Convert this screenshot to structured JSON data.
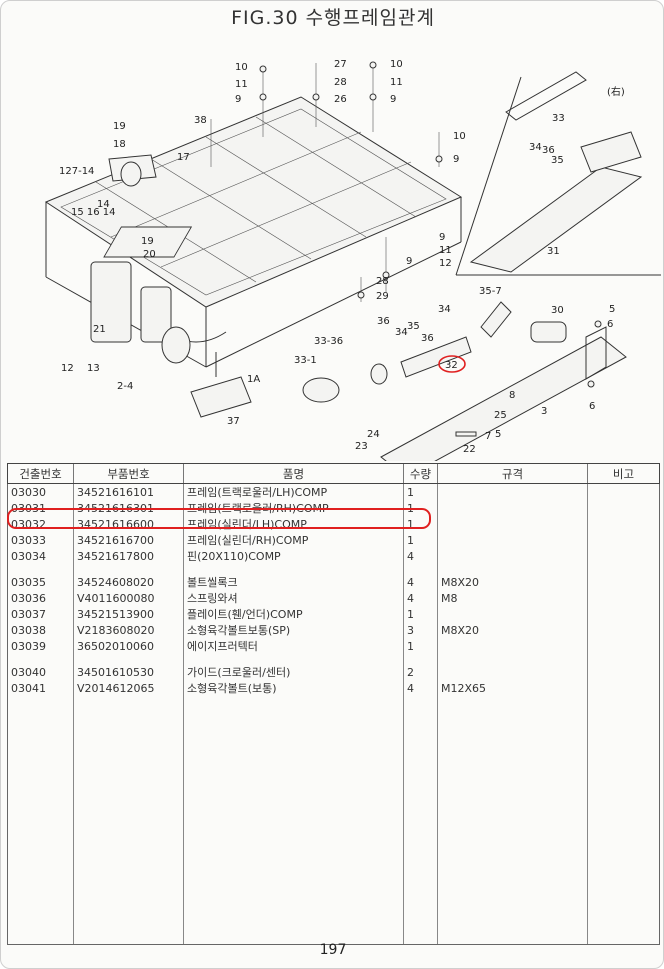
{
  "figure_title": "FIG.30 수행프레임관계",
  "diagram_labels": {
    "top_center": [
      "10",
      "11",
      "9",
      "27",
      "28",
      "26",
      "10",
      "11",
      "9"
    ],
    "left": [
      "19",
      "18",
      "17",
      "38",
      "127-14",
      "14",
      "15",
      "16",
      "14",
      "19",
      "20"
    ],
    "right_main": [
      "10",
      "9",
      "9",
      "11",
      "12",
      "9",
      "28",
      "29"
    ],
    "lower_left": [
      "21",
      "12",
      "13",
      "2-4",
      "1A",
      "37"
    ],
    "inset": [
      "(右)",
      "33",
      "34",
      "36",
      "35",
      "31"
    ],
    "lower_right": [
      "35-7",
      "34",
      "36",
      "35",
      "36",
      "34",
      "30",
      "5",
      "6",
      "33-36",
      "33-1",
      "32",
      "8",
      "3",
      "6",
      "25",
      "7",
      "5",
      "24",
      "23",
      "22"
    ],
    "highlighted_callout": "32"
  },
  "table": {
    "headers": [
      "건출번호",
      "부품번호",
      "품명",
      "수량",
      "규격",
      "비고"
    ],
    "rows": [
      {
        "id": "03030",
        "part": "34521616101",
        "name": "프레임(트랙로울러/LH)COMP",
        "qty": "1",
        "spec": "",
        "note": ""
      },
      {
        "id": "03031",
        "part": "34521616301",
        "name": "프레임(트랙로울러/RH)COMP",
        "qty": "1",
        "spec": "",
        "note": ""
      },
      {
        "id": "03032",
        "part": "34521616600",
        "name": "프레임(실린더/LH)COMP",
        "qty": "1",
        "spec": "",
        "note": ""
      },
      {
        "id": "03033",
        "part": "34521616700",
        "name": "프레임(실린더/RH)COMP",
        "qty": "1",
        "spec": "",
        "note": ""
      },
      {
        "id": "03034",
        "part": "34521617800",
        "name": "핀(20X110)COMP",
        "qty": "4",
        "spec": "",
        "note": ""
      },
      {
        "id": "03035",
        "part": "34524608020",
        "name": "볼트씰록크",
        "qty": "4",
        "spec": "M8X20",
        "note": ""
      },
      {
        "id": "03036",
        "part": "V4011600080",
        "name": "스프링와셔",
        "qty": "4",
        "spec": "M8",
        "note": ""
      },
      {
        "id": "03037",
        "part": "34521513900",
        "name": "플레이트(휀/언더)COMP",
        "qty": "1",
        "spec": "",
        "note": ""
      },
      {
        "id": "03038",
        "part": "V2183608020",
        "name": "소형육각볼트보통(SP)",
        "qty": "3",
        "spec": "M8X20",
        "note": ""
      },
      {
        "id": "03039",
        "part": "36502010060",
        "name": "에이지프러텍터",
        "qty": "1",
        "spec": "",
        "note": ""
      },
      {
        "id": "03040",
        "part": "34501610530",
        "name": "가이드(크로울러/센터)",
        "qty": "2",
        "spec": "",
        "note": ""
      },
      {
        "id": "03041",
        "part": "V2014612065",
        "name": "소형육각볼트(보통)",
        "qty": "4",
        "spec": "M12X65",
        "note": ""
      }
    ]
  },
  "page_number": "197",
  "colors": {
    "highlight": "#e02020",
    "ink": "#222222"
  }
}
